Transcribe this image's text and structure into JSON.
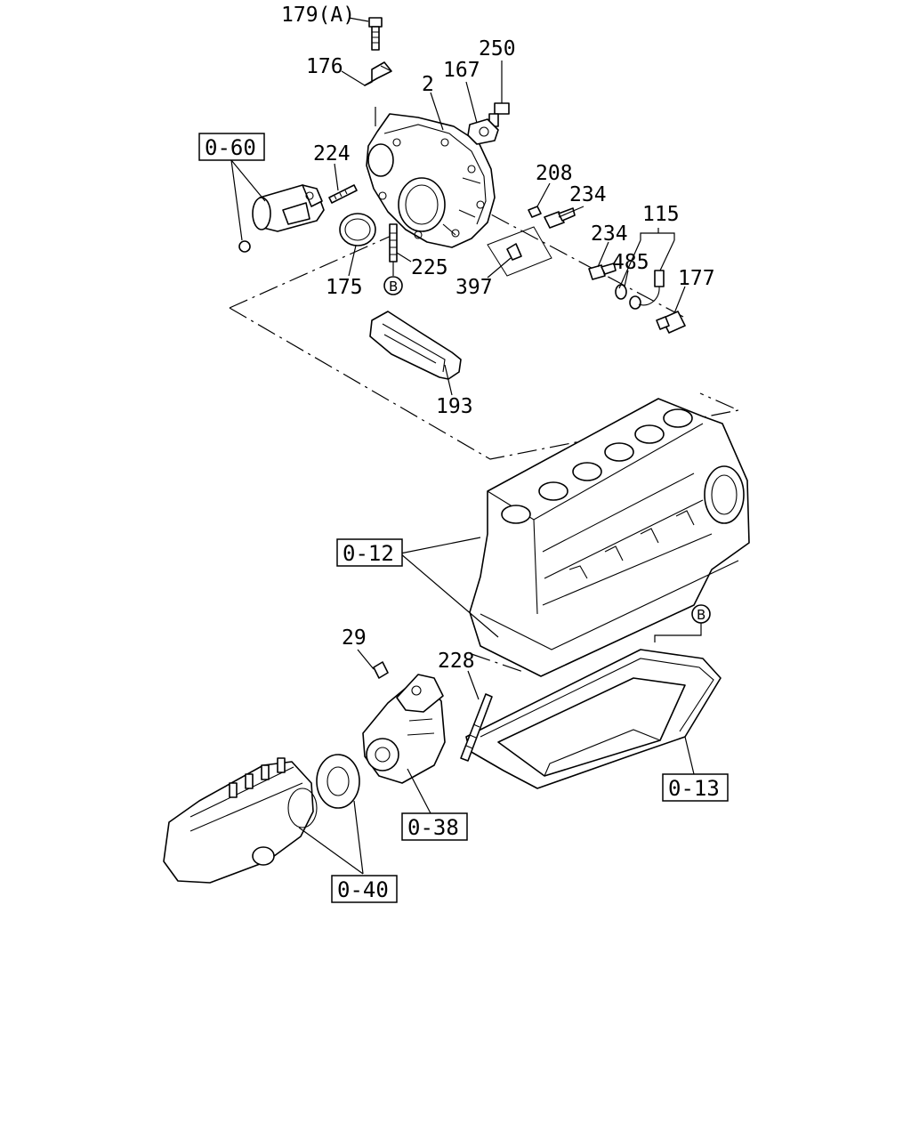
{
  "callouts": {
    "p179a": "179(A)",
    "p176": "176",
    "p250": "250",
    "p167": "167",
    "p2": "2",
    "p224": "224",
    "p208": "208",
    "p234a": "234",
    "p234b": "234",
    "p115": "115",
    "p485": "485",
    "p177": "177",
    "p175": "175",
    "p225": "225",
    "p397": "397",
    "p193": "193",
    "p29": "29",
    "p228": "228"
  },
  "references": {
    "r060": "0-60",
    "r012": "0-12",
    "r013": "0-13",
    "r038": "0-38",
    "r040": "0-40"
  },
  "markers": {
    "b_top": "B",
    "b_bottom": "B"
  },
  "icons": [
    "flywheel-housing-icon",
    "engine-block-icon",
    "oil-pan-icon",
    "air-compressor-icon",
    "injection-pump-icon",
    "starter-motor-icon",
    "rear-oil-seal-icon"
  ]
}
